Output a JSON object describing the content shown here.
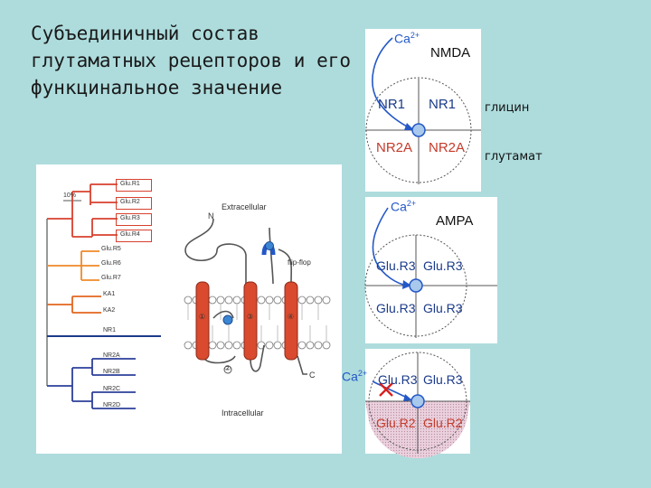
{
  "title": {
    "line1": "Субъединичный состав",
    "line2": "глутаматных рецепторов и его",
    "line3": "функцинальное значение"
  },
  "tree": {
    "scale_label": "10%",
    "clades": [
      {
        "color": "#d8402e",
        "labels": [
          "Glu.R1",
          "Glu.R2",
          "Glu.R3",
          "Glu.R4"
        ]
      },
      {
        "color": "#ef8a2a",
        "labels": [
          "Glu.R5",
          "Glu.R6",
          "Glu.R7"
        ]
      },
      {
        "color": "#e2661f",
        "labels": [
          "KA1",
          "KA2"
        ]
      },
      {
        "color": "#1d3a8a",
        "labels": [
          "NR1"
        ]
      },
      {
        "color": "#2c3f99",
        "labels": [
          "NR2A",
          "NR2B",
          "NR2C",
          "NR2D"
        ]
      }
    ]
  },
  "membrane": {
    "extracellular": "Extracellular",
    "intracellular": "Intracellular",
    "n_term": "N",
    "c_term": "C",
    "flip_flop": "flip-flop",
    "segments": [
      "①",
      "②",
      "③",
      "④"
    ]
  },
  "nmda": {
    "ion": "Ca",
    "ion_charge": "2+",
    "name": "NMDA",
    "top_left": "NR1",
    "top_right": "NR1",
    "bottom_left": "NR2A",
    "bottom_right": "NR2A",
    "side_top": "глицин",
    "side_bottom": "глутамат"
  },
  "ampa": {
    "ion": "Ca",
    "ion_charge": "2+",
    "name": "AMPA",
    "top_left": "Glu.R3",
    "top_right": "Glu.R3",
    "bottom_left": "Glu.R3",
    "bottom_right": "Glu.R3"
  },
  "ampa2": {
    "ion": "Ca",
    "ion_charge": "2+",
    "top_left": "Glu.R3",
    "top_right": "Glu.R3",
    "bottom_left": "Glu.R2",
    "bottom_right": "Glu.R2"
  },
  "colors": {
    "background": "#aedcdd",
    "nr2": "#c43a2a",
    "arrow": "#2458c8",
    "helix": "#d94a2e",
    "block": "#d82020",
    "glur2_fill": "#e6c0d0"
  }
}
